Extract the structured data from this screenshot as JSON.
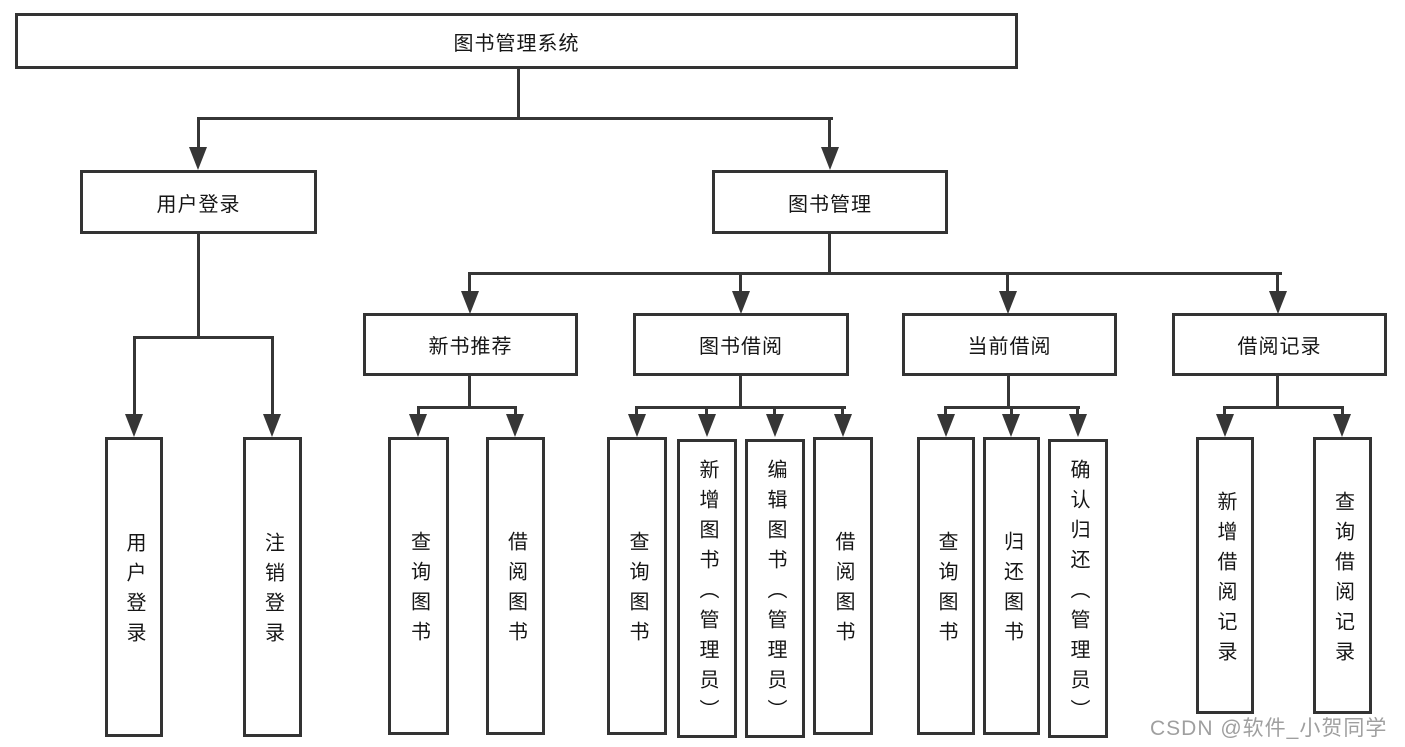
{
  "diagram_title": "图书管理系统",
  "colors": {
    "line": "#363636",
    "box_border": "#333333",
    "box_fill": "#ffffff",
    "text": "#161616",
    "watermark": "#9f9f9f",
    "background": "#ffffff"
  },
  "tree": {
    "root": {
      "label": "图书管理系统"
    },
    "branches": [
      {
        "label": "用户登录",
        "children": [
          {
            "label": "用户登录"
          },
          {
            "label": "注销登录"
          }
        ]
      },
      {
        "label": "图书管理",
        "children": [
          {
            "label": "新书推荐",
            "children": [
              {
                "label": "查询图书"
              },
              {
                "label": "借阅图书"
              }
            ]
          },
          {
            "label": "图书借阅",
            "children": [
              {
                "label": "查询图书"
              },
              {
                "label": "新增图书（管理员）"
              },
              {
                "label": "编辑图书（管理员）"
              },
              {
                "label": "借阅图书"
              }
            ]
          },
          {
            "label": "当前借阅",
            "children": [
              {
                "label": "查询图书"
              },
              {
                "label": "归还图书"
              },
              {
                "label": "确认归还（管理员）"
              }
            ]
          },
          {
            "label": "借阅记录",
            "children": [
              {
                "label": "新增借阅记录"
              },
              {
                "label": "查询借阅记录"
              }
            ]
          }
        ]
      }
    ]
  },
  "watermark": "CSDN @软件_小贺同学"
}
